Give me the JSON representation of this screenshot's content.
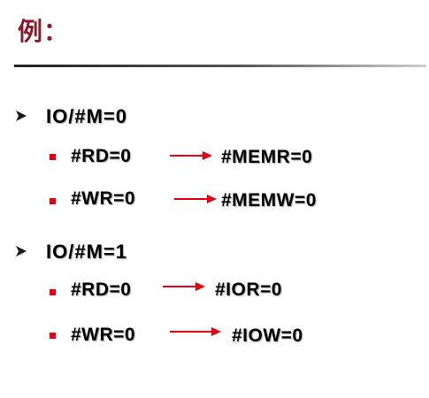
{
  "title": "例：",
  "groups": [
    {
      "heading": "IO/#M=0",
      "rows": [
        {
          "left": "#RD=0",
          "right": "#MEMR=0"
        },
        {
          "left": "#WR=0",
          "right": "#MEMW=0"
        }
      ]
    },
    {
      "heading": "IO/#M=1",
      "rows": [
        {
          "left": "#RD=0",
          "right": "#IOR=0"
        },
        {
          "left": "#WR=0",
          "right": "#IOW=0"
        }
      ]
    }
  ],
  "icons": {
    "level1_bullet": "chevron-right-icon",
    "level2_bullet": "square-bullet-icon",
    "connector": "arrow-right-icon"
  },
  "colors": {
    "title": "#8b1a2b",
    "bullet": "#e60012",
    "arrow": "#e60012",
    "text": "#000000"
  }
}
